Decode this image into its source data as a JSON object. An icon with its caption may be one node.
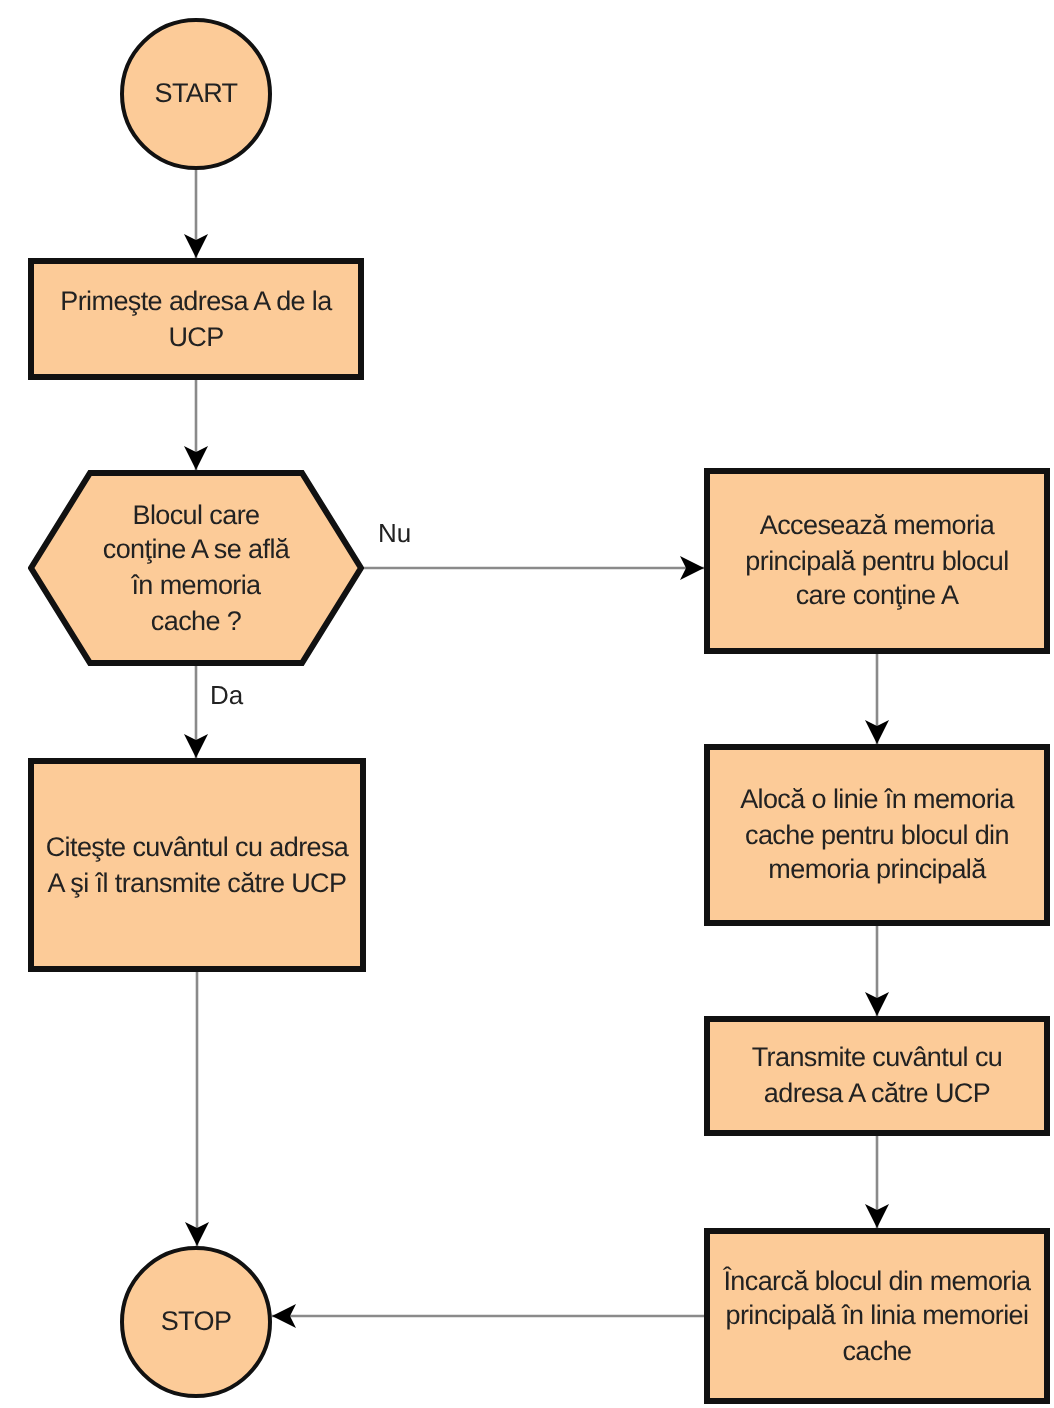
{
  "diagram": {
    "nodes": [
      {
        "text": [
          "START"
        ]
      },
      {
        "text": [
          "Primeşte adresa A de la UCP"
        ]
      },
      {
        "text": [
          "Blocul care conţine A se află în memoria cache ?"
        ]
      },
      {
        "text": [
          "Citeşte cuvântul cu adresa A şi îl transmite către UCP"
        ]
      },
      {
        "text": [
          "STOP"
        ]
      },
      {
        "text": [
          "Accesează memoria principală pentru blocul care conţine A"
        ]
      },
      {
        "text": [
          "Alocă o linie în memoria cache pentru blocul din memoria principală"
        ]
      },
      {
        "text": [
          "Transmite cuvântul cu adresa A către UCP"
        ]
      },
      {
        "text": [
          "Încarcă blocul din memoria principală în linia memoriei cache"
        ]
      }
    ],
    "edges": [
      {
        "from": 0,
        "to": 1,
        "arrow": "to"
      },
      {
        "from": 1,
        "to": 2,
        "arrow": "to"
      },
      {
        "from": 2,
        "to": 3,
        "arrow": "to",
        "label": "Da"
      },
      {
        "from": 2,
        "to": 5,
        "arrow": "to",
        "label": "Nu"
      },
      {
        "from": 3,
        "to": 4,
        "arrow": "to"
      },
      {
        "from": 5,
        "to": 6,
        "arrow": "to"
      },
      {
        "from": 6,
        "to": 7,
        "arrow": "to"
      },
      {
        "from": 7,
        "to": 8,
        "arrow": "to"
      },
      {
        "from": 8,
        "to": 4,
        "arrow": "to"
      }
    ]
  }
}
